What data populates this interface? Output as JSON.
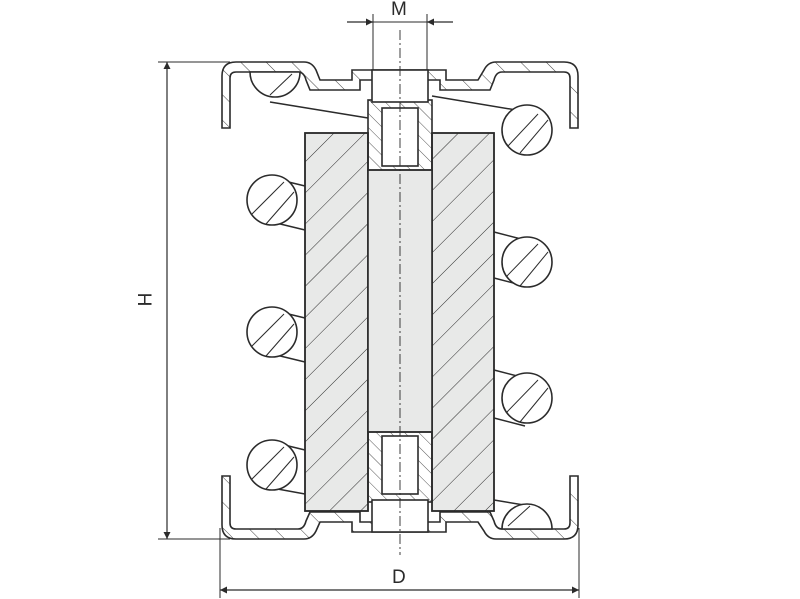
{
  "drawing": {
    "type": "technical cross-section",
    "subject": "spring vibration isolator / anti-vibration mount",
    "dimensions": {
      "thread": "M",
      "height": "H",
      "diameter": "D"
    },
    "colors": {
      "line": "#2b2b2b",
      "fill": "#e8e9e8",
      "background": "#ffffff"
    }
  }
}
